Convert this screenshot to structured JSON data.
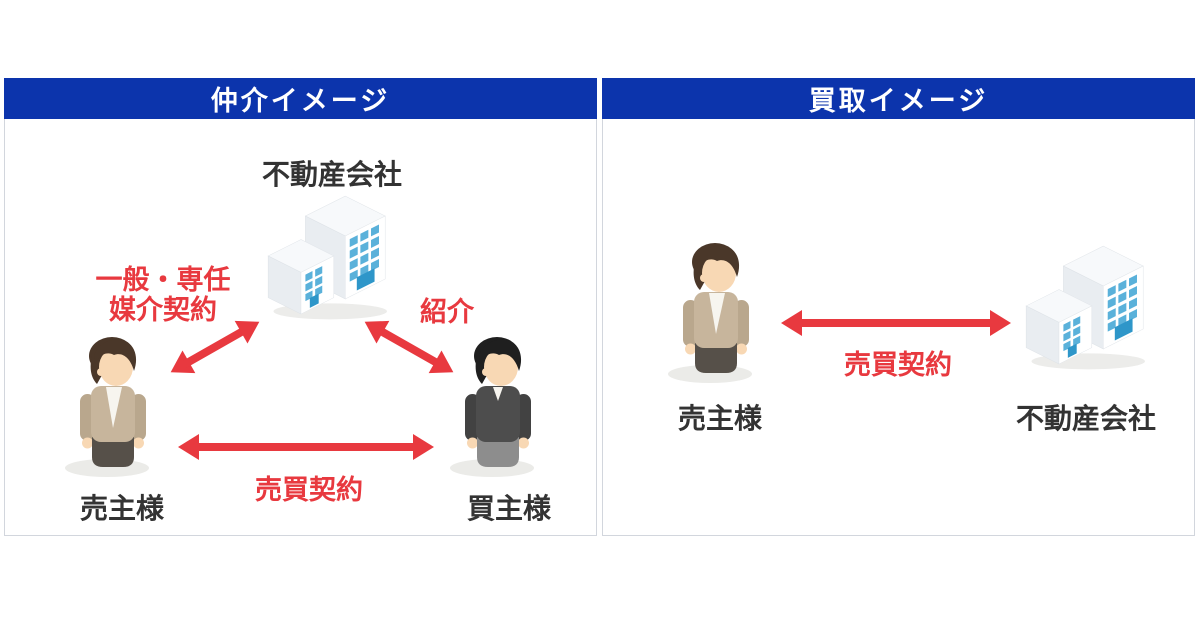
{
  "diagram": {
    "colors": {
      "header_bg": "#0c34ac",
      "header_text": "#ffffff",
      "arrow_red": "#e8393f",
      "label_dark": "#333333",
      "panel_border": "#d2d6dd",
      "building_window_blue": "#5ab1da",
      "building_door_blue": "#2e96c9"
    },
    "panels": [
      {
        "title": "仲介イメージ",
        "company_label": "不動産会社",
        "seller_label": "売主様",
        "buyer_label": "買主様",
        "mediation_line1": "一般・専任",
        "mediation_line2": "媒介契約",
        "referral_label": "紹介",
        "sale_contract_label": "売買契約"
      },
      {
        "title": "買取イメージ",
        "seller_label": "売主様",
        "company_label": "不動産会社",
        "sale_contract_label": "売買契約"
      }
    ]
  }
}
